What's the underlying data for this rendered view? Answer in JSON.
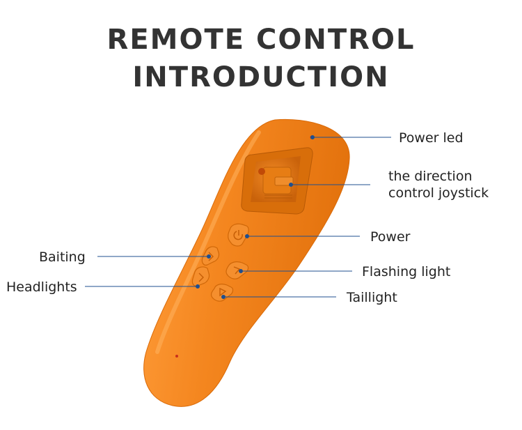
{
  "header": {
    "title_line1": "REMOTE CONTROL",
    "title_line2": "INTRODUCTION"
  },
  "labels": {
    "power_led": "Power led",
    "joystick_line1": "the direction",
    "joystick_line2": "control joystick",
    "power": "Power",
    "baiting": "Baiting",
    "flashing_light": "Flashing light",
    "headlights": "Headlights",
    "taillight": "Taillight"
  },
  "colors": {
    "remote_body": "#f4861f",
    "remote_highlight": "#ffa642",
    "remote_shadow": "#d96a08",
    "joystick": "#e0760f",
    "leader_line": "#1f4f8f",
    "indicator_led": "#c9301c",
    "title_text": "#333333"
  },
  "icons": {
    "power_button": "power-icon",
    "baiting_button": "bait-icon",
    "headlights_button": "headlight-icon",
    "flashing_button": "flash-icon",
    "taillight_button": "taillight-icon"
  }
}
